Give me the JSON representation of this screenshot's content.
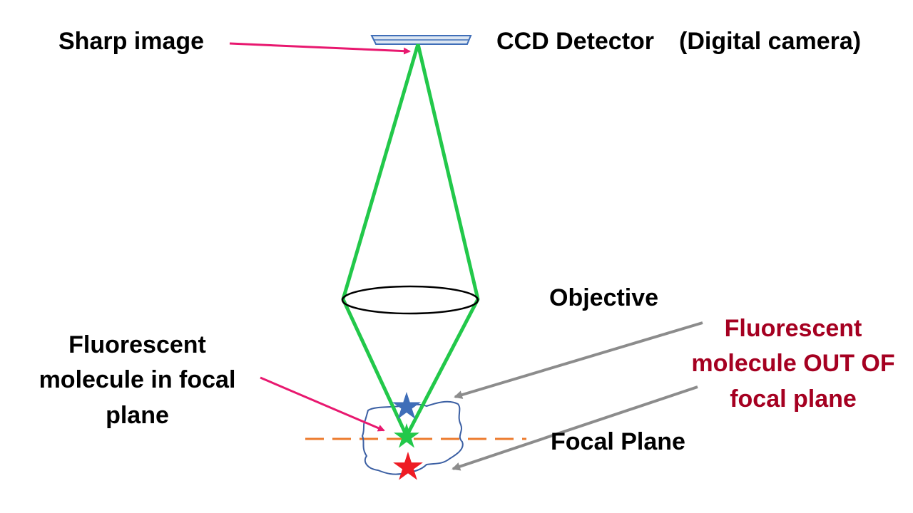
{
  "labels": {
    "sharp_image": "Sharp image",
    "ccd_detector": "CCD Detector",
    "digital_camera": "(Digital camera)",
    "objective": "Objective",
    "focal_plane": "Focal Plane",
    "in_focal": [
      "Fluorescent",
      "molecule in focal",
      "plane"
    ],
    "out_focal": [
      "Fluorescent",
      "molecule OUT OF",
      "focal plane"
    ]
  },
  "colors": {
    "text": "#000000",
    "out_of_focus_text": "#a50021",
    "light_path": "#22c84a",
    "pointer_arrow_pink": "#e8186f",
    "pointer_arrow_gray": "#8c8c8c",
    "focal_plane_line": "#ec7a2c",
    "sample_outline": "#3b5fa3",
    "star_above": "#3f6eb8",
    "star_in_focus": "#22c84a",
    "star_below": "#ee1c24",
    "detector_fill": "#dce6f2",
    "detector_outline": "#3f6eb8"
  },
  "icons": {
    "star_above": "star-icon",
    "star_in_focus": "star-icon",
    "star_below": "star-icon"
  }
}
